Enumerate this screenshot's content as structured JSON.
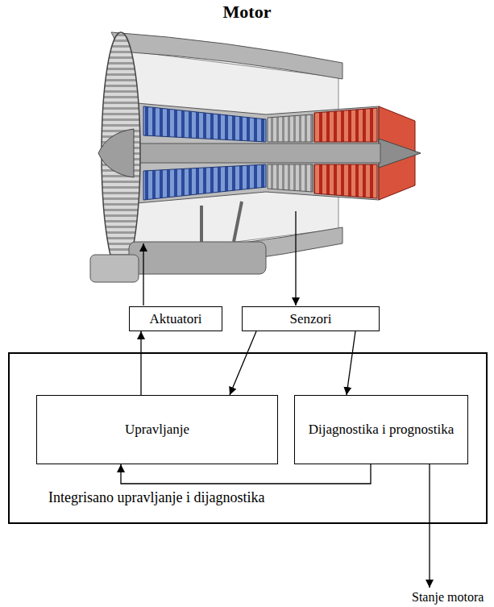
{
  "diagram": {
    "title": "Motor",
    "nodes": [
      {
        "text": [
          "Aktuatori"
        ]
      },
      {
        "text": [
          "Senzori"
        ]
      },
      {
        "text": [
          "Integrisano upravljanje i dijagnostika"
        ]
      },
      {
        "text": [
          "Upravljanje"
        ],
        "in": 2
      },
      {
        "text": [
          "Dijagnostika i prognostika"
        ],
        "in": 2
      }
    ],
    "edges": [
      {
        "from": 1,
        "to": 3,
        "arrow": "to"
      },
      {
        "from": 1,
        "to": 4,
        "arrow": "to"
      },
      {
        "from": 3,
        "to": 0,
        "arrow": "to"
      },
      {
        "from": 4,
        "to": 3,
        "arrow": "to"
      }
    ],
    "labels": [
      "Stanje motora"
    ]
  }
}
